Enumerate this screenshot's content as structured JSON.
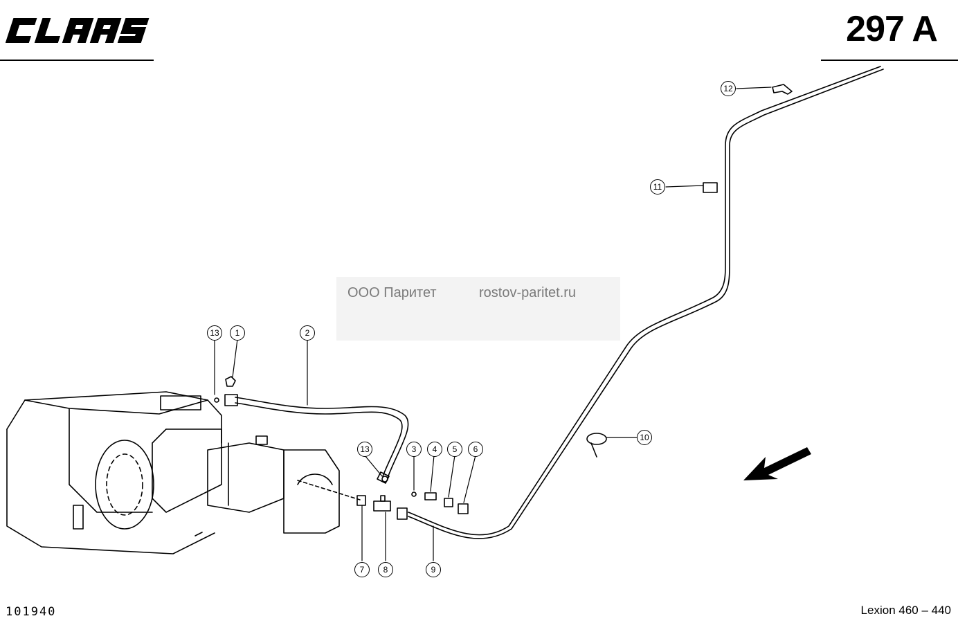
{
  "brand": {
    "logo_text": "CLAAS"
  },
  "page_code": "297 A",
  "doc_number": "101940",
  "model": "Lexion 460 – 440",
  "watermark": {
    "company": "ООО Паритет",
    "site": "rostov-paritet.ru"
  },
  "callouts": {
    "c1": "1",
    "c2": "2",
    "c3": "3",
    "c4": "4",
    "c5": "5",
    "c6": "6",
    "c7": "7",
    "c8": "8",
    "c9": "9",
    "c10": "10",
    "c11": "11",
    "c12": "12",
    "c13a": "13",
    "c13b": "13"
  },
  "icons": {
    "direction": "arrow-down-left-icon"
  }
}
